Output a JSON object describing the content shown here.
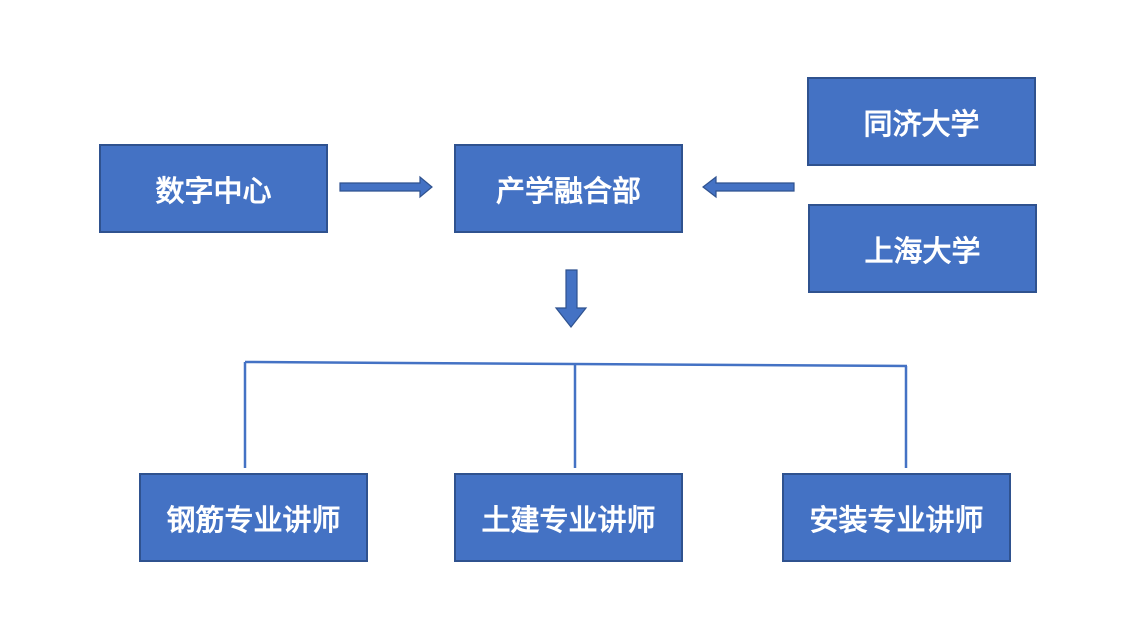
{
  "nodes": {
    "digital_center": "数字中心",
    "industry_dept": "产学融合部",
    "tongji": "同济大学",
    "shanghai_univ": "上海大学",
    "rebar_lecturer": "钢筋专业讲师",
    "civil_lecturer": "土建专业讲师",
    "install_lecturer": "安装专业讲师"
  },
  "colors": {
    "box_fill": "#4472c4",
    "box_border": "#2f528f",
    "text": "#ffffff",
    "connector": "#4472c4"
  }
}
